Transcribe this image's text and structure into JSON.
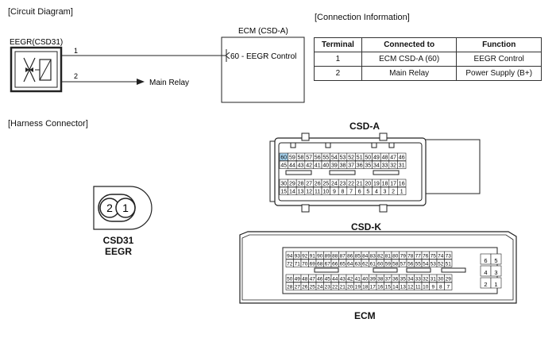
{
  "sections": {
    "circuit": "[Circuit Diagram]",
    "connection": "[Connection Information]",
    "harness": "[Harness Connector]"
  },
  "circuit": {
    "component": "EEGR(CSD31)",
    "ecm_box": "ECM (CSD-A)",
    "ecm_pin": "60 - EEGR Control",
    "wire1": "1",
    "wire2": "2",
    "main_relay": "Main Relay"
  },
  "table": {
    "headers": [
      "Terminal",
      "Connected to",
      "Function"
    ],
    "rows": [
      [
        "1",
        "ECM CSD-A (60)",
        "EEGR Control"
      ],
      [
        "2",
        "Main Relay",
        "Power Supply (B+)"
      ]
    ]
  },
  "eegr": {
    "pins": [
      "2",
      "1"
    ],
    "label1": "CSD31",
    "label2": "EEGR"
  },
  "csda": {
    "title": "CSD-A",
    "row1": [
      "60",
      "59",
      "58",
      "57",
      "56",
      "55",
      "54",
      "53",
      "52",
      "51",
      "50",
      "49",
      "48",
      "47",
      "46"
    ],
    "row2": [
      "45",
      "44",
      "43",
      "42",
      "41",
      "40",
      "39",
      "38",
      "37",
      "36",
      "35",
      "34",
      "33",
      "32",
      "31"
    ],
    "row3": [
      "30",
      "29",
      "28",
      "27",
      "26",
      "25",
      "24",
      "23",
      "22",
      "21",
      "20",
      "19",
      "18",
      "17",
      "16"
    ],
    "row4": [
      "15",
      "14",
      "13",
      "12",
      "11",
      "10",
      "9",
      "8",
      "7",
      "6",
      "5",
      "4",
      "3",
      "2",
      "1"
    ]
  },
  "csdk": {
    "title": "CSD-K",
    "row1": [
      "94",
      "93",
      "92",
      "91",
      "90",
      "89",
      "88",
      "87",
      "86",
      "85",
      "84",
      "83",
      "82",
      "81",
      "80",
      "79",
      "78",
      "77",
      "76",
      "75",
      "74",
      "73"
    ],
    "row2": [
      "72",
      "71",
      "70",
      "69",
      "68",
      "67",
      "66",
      "65",
      "64",
      "63",
      "62",
      "61",
      "60",
      "59",
      "58",
      "57",
      "56",
      "55",
      "54",
      "53",
      "52",
      "51"
    ],
    "row3": [
      "50",
      "49",
      "48",
      "47",
      "46",
      "45",
      "44",
      "43",
      "42",
      "41",
      "40",
      "39",
      "38",
      "37",
      "36",
      "35",
      "34",
      "33",
      "32",
      "31",
      "30",
      "29"
    ],
    "row4": [
      "28",
      "27",
      "26",
      "25",
      "24",
      "23",
      "22",
      "21",
      "20",
      "19",
      "18",
      "17",
      "16",
      "15",
      "14",
      "13",
      "12",
      "11",
      "10",
      "9",
      "8",
      "7"
    ],
    "side": [
      [
        "6",
        "5"
      ],
      [
        "4",
        "3"
      ],
      [
        "2",
        "1"
      ]
    ],
    "label": "ECM"
  },
  "colors": {
    "highlight": "#a8d4ef",
    "line": "#222222"
  }
}
